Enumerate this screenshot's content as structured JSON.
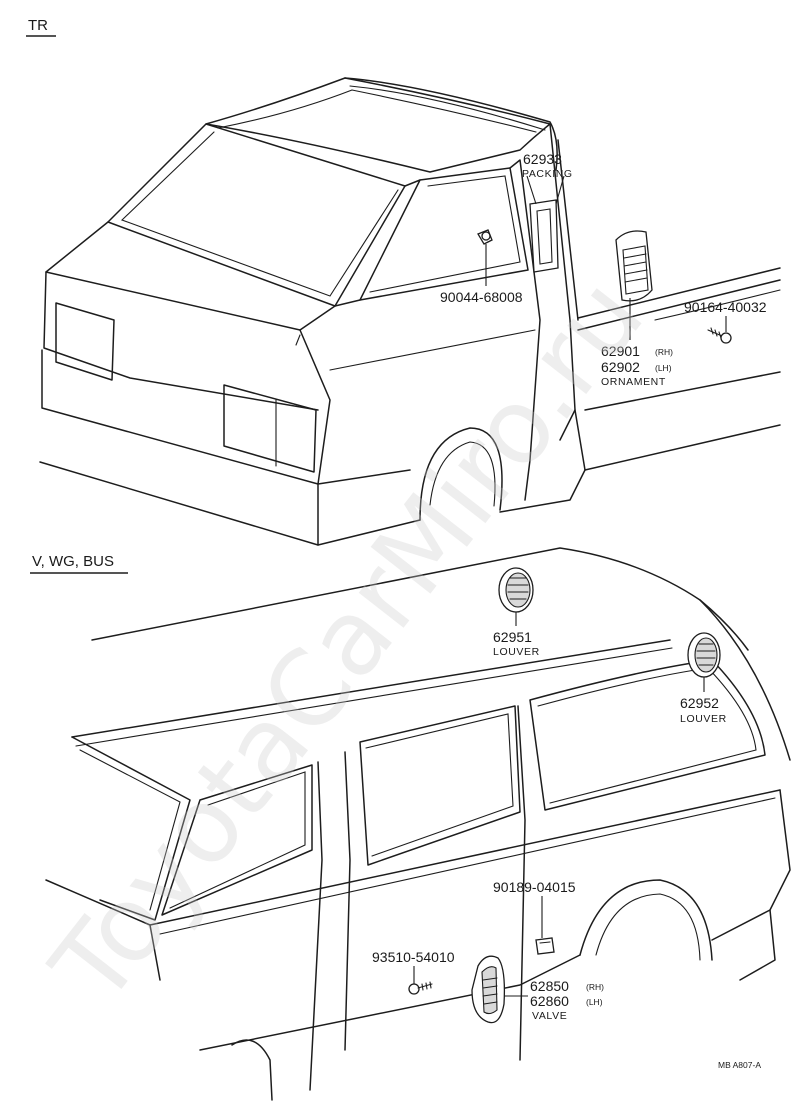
{
  "sections": {
    "tr": "TR",
    "van": "V, WG, BUS"
  },
  "parts": {
    "p62933": {
      "number": "62933",
      "name": "PACKING"
    },
    "p90044": {
      "number": "90044-68008"
    },
    "p90164": {
      "number": "90164-40032"
    },
    "p62901": {
      "number": "62901",
      "side": "(RH)"
    },
    "p62902": {
      "number": "62902",
      "side": "(LH)",
      "name": "ORNAMENT"
    },
    "p62951": {
      "number": "62951",
      "name": "LOUVER"
    },
    "p62952": {
      "number": "62952",
      "name": "LOUVER"
    },
    "p90189": {
      "number": "90189-04015"
    },
    "p93510": {
      "number": "93510-54010"
    },
    "p62850": {
      "number": "62850",
      "side": "(RH)"
    },
    "p62860": {
      "number": "62860",
      "side": "(LH)",
      "name": "VALVE"
    }
  },
  "footer": {
    "code": "MB A807-A"
  },
  "watermark": "ToyotaCarMiro.ru"
}
